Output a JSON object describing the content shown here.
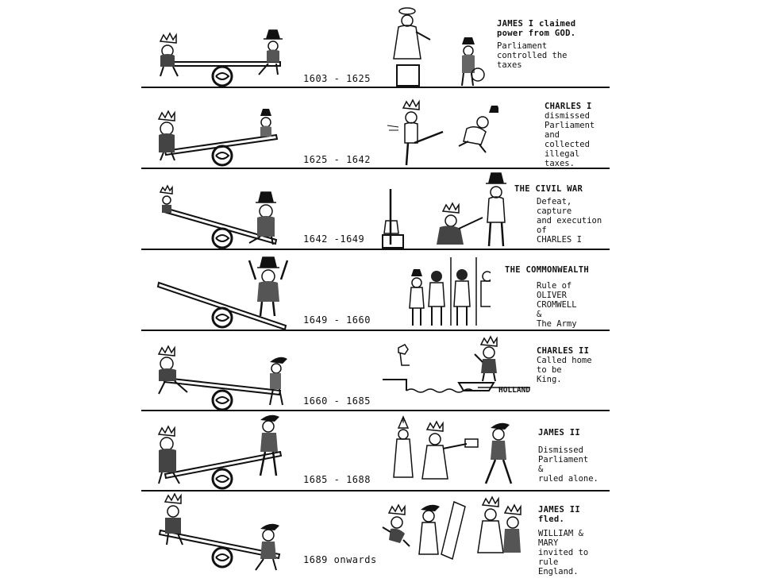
{
  "panels": [
    {
      "date": "1603 - 1625",
      "heading": "JAMES I claimed\npower from GOD.",
      "body": "Parliament\ncontrolled the\ntaxes"
    },
    {
      "date": "1625 - 1642",
      "heading": "CHARLES I",
      "body": "dismissed\nParliament\nand\ncollected\nillegal\ntaxes."
    },
    {
      "date": "1642 -1649",
      "heading": "THE CIVIL WAR",
      "body": "Defeat,\ncapture\nand execution\nof\nCHARLES I"
    },
    {
      "date": "1649 - 1660",
      "heading": "THE COMMONWEALTH",
      "body": "Rule of\nOLIVER\nCROMWELL\n&\nThe Army"
    },
    {
      "date": "1660 - 1685",
      "heading": "CHARLES II",
      "body": "Called home\nto be\nKing.",
      "holland": "HOLLAND"
    },
    {
      "date": "1685 - 1688",
      "heading": "JAMES II",
      "body": "Dismissed\nParliament\n&\nruled alone."
    },
    {
      "date": "1689 onwards",
      "heading": "JAMES II fled.",
      "body": "WILLIAM &\nMARY\ninvited to rule\nEngland."
    }
  ],
  "colors": {
    "ink": "#111111",
    "paper": "#ffffff"
  },
  "icons": [
    "crown-icon",
    "puritan-hat-icon",
    "halo-icon",
    "axe-icon",
    "pike-icon",
    "boat-icon",
    "mitre-icon"
  ]
}
